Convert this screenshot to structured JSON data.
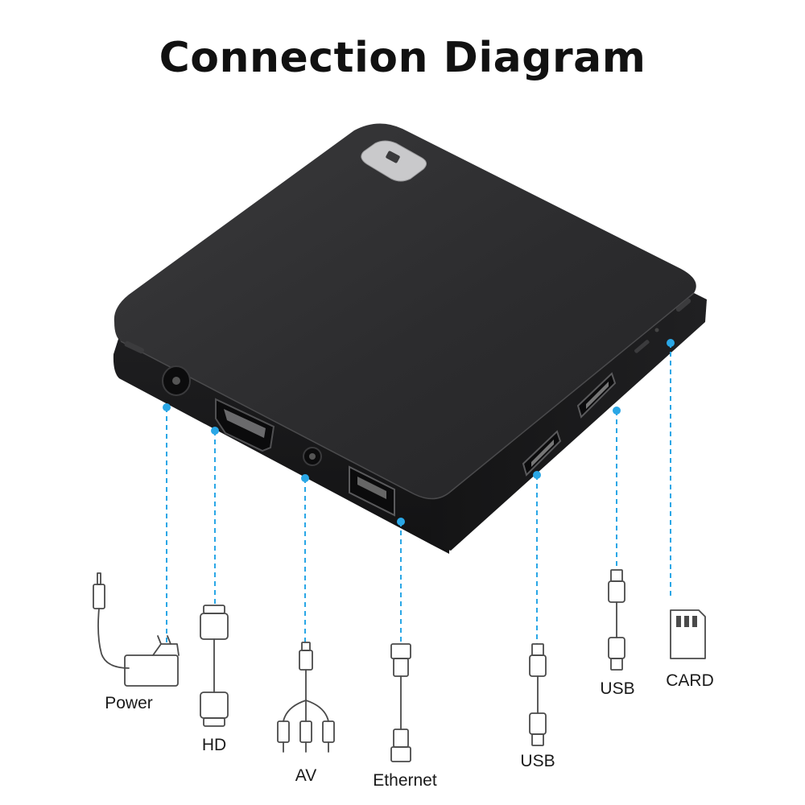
{
  "title": "Connection Diagram",
  "accent_color": "#2aa7e6",
  "device_color": "#2b2b2d",
  "ports": [
    {
      "id": "power",
      "label": "Power",
      "icon": "power-adapter-icon"
    },
    {
      "id": "hd",
      "label": "HD",
      "icon": "hd-cable-icon"
    },
    {
      "id": "av",
      "label": "AV",
      "icon": "av-rca-cable-icon"
    },
    {
      "id": "ethernet",
      "label": "Ethernet",
      "icon": "ethernet-cable-icon"
    },
    {
      "id": "usb1",
      "label": "USB",
      "icon": "usb-cable-icon"
    },
    {
      "id": "usb2",
      "label": "USB",
      "icon": "usb-cable-icon"
    },
    {
      "id": "card",
      "label": "CARD",
      "icon": "sd-card-icon"
    }
  ]
}
